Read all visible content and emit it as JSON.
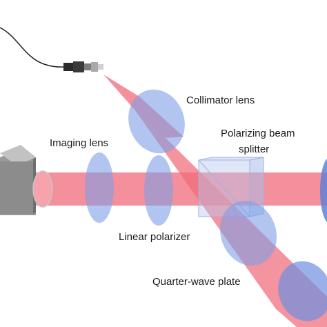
{
  "labels": {
    "collimator_lens": "Collimator lens",
    "polarizing_beam_splitter_line1": "Polarizing beam",
    "polarizing_beam_splitter_line2": "splitter",
    "imaging_lens": "Imaging lens",
    "linear_polarizer": "Linear polarizer",
    "quarter_wave_plate": "Quarter-wave plate"
  },
  "colors": {
    "beam": "#f06b7a",
    "lens": "#7f9ee6",
    "camera": "#8c8c8c",
    "cube": "#b9c8ef"
  }
}
